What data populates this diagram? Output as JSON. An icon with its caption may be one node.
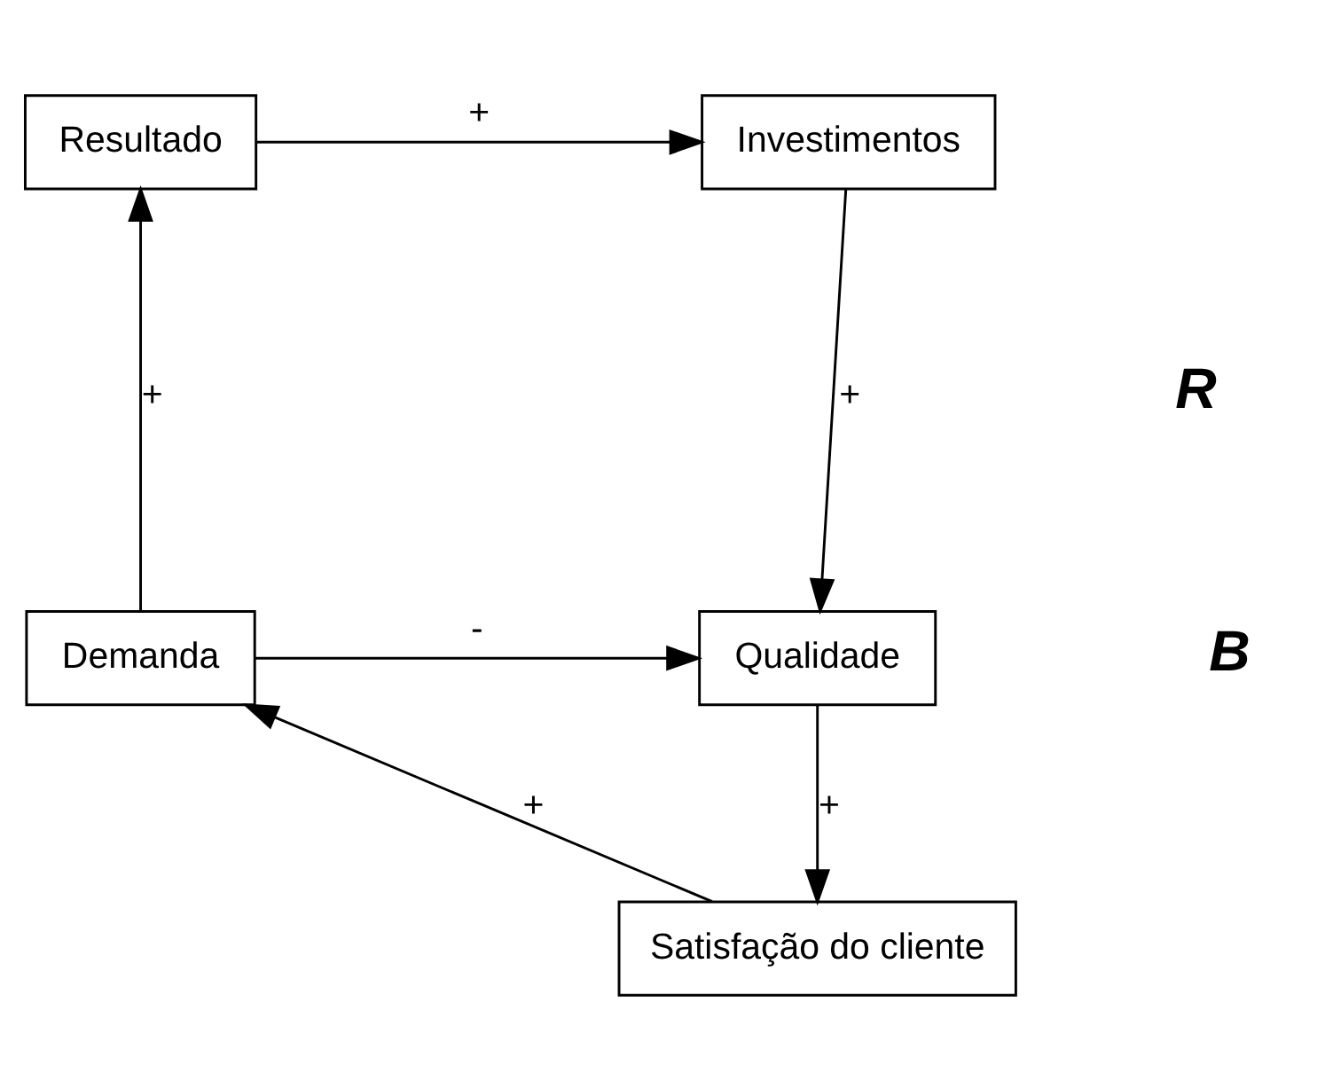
{
  "diagram": {
    "nodes": [
      {
        "text": [
          "Resultado"
        ]
      },
      {
        "text": [
          "Investimentos"
        ]
      },
      {
        "text": [
          "Qualidade"
        ]
      },
      {
        "text": [
          "Demanda"
        ]
      },
      {
        "text": [
          "Satisfação do cliente"
        ]
      }
    ],
    "edges": [
      {
        "from": 0,
        "to": 1,
        "arrow": "to",
        "label": "+"
      },
      {
        "from": 1,
        "to": 2,
        "arrow": "to",
        "label": "+"
      },
      {
        "from": 3,
        "to": 2,
        "arrow": "to",
        "label": "-"
      },
      {
        "from": 2,
        "to": 4,
        "arrow": "to",
        "label": "+"
      },
      {
        "from": 4,
        "to": 3,
        "arrow": "to",
        "label": "+"
      },
      {
        "from": 3,
        "to": 0,
        "arrow": "to",
        "label": "+"
      }
    ],
    "labels": [
      "R",
      "B"
    ]
  }
}
